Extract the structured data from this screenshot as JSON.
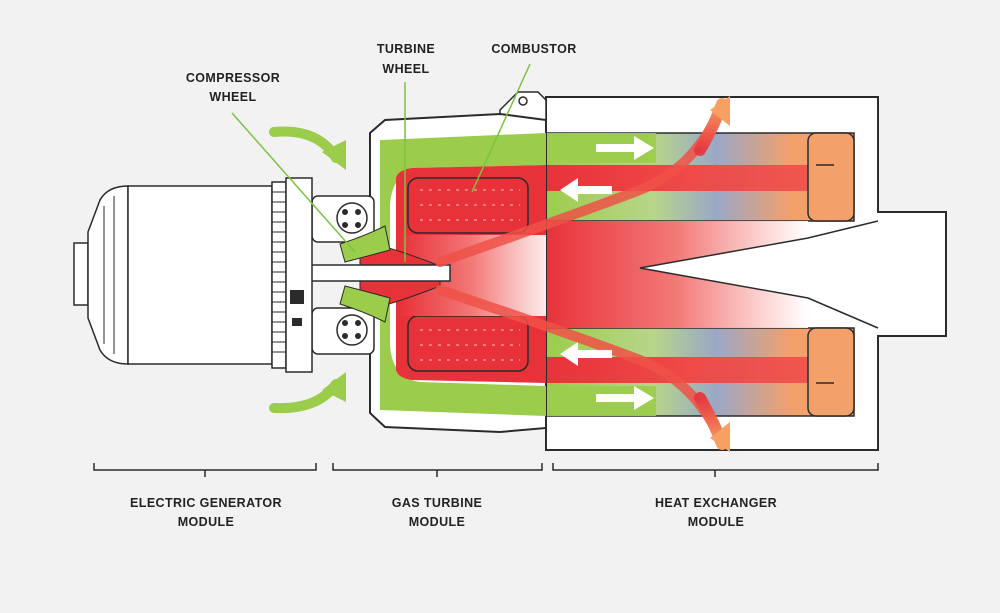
{
  "labels": {
    "compressor": [
      "COMPRESSOR",
      "WHEEL"
    ],
    "turbine": [
      "TURBINE",
      "WHEEL"
    ],
    "combustor": "COMBUSTOR"
  },
  "modules": [
    {
      "line1": "ELECTRIC GENERATOR",
      "line2": "MODULE"
    },
    {
      "line1": "GAS TURBINE",
      "line2": "MODULE"
    },
    {
      "line1": "HEAT EXCHANGER",
      "line2": "MODULE"
    }
  ],
  "colors": {
    "background": "#f2f2f2",
    "outline": "#2b2b2b",
    "green_cold_air": "#9ccc4c",
    "red_hot_gas": "#e8323a",
    "orange_exhaust": "#f4a06a",
    "leader_line": "#7cc243"
  }
}
